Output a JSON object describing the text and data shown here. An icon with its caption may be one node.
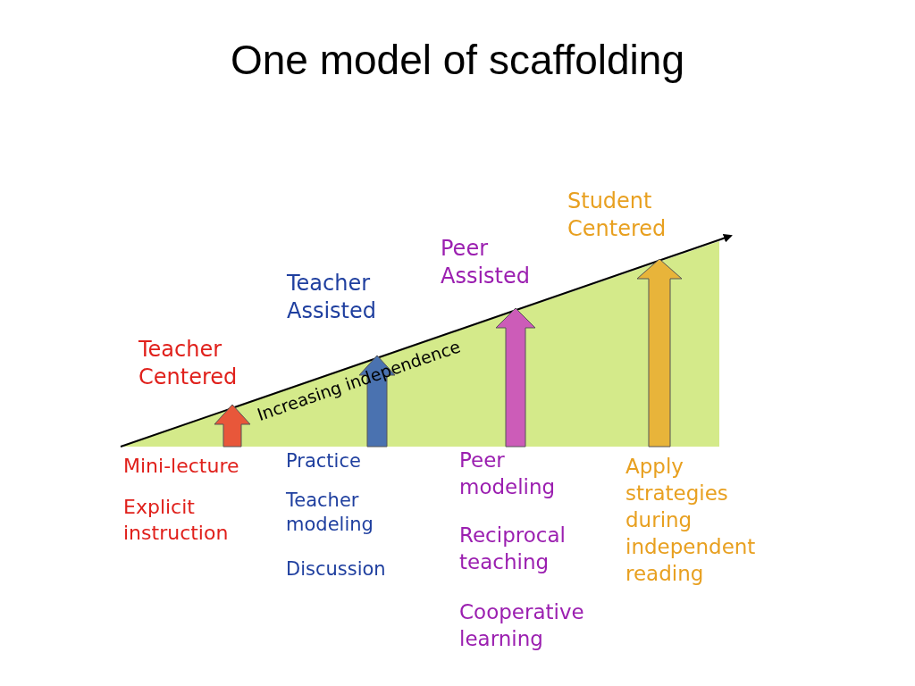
{
  "diagram": {
    "title": "One model of scaffolding",
    "labels": [
      "Teacher Centered",
      "Mini-lecture",
      "Explicit instruction",
      "Teacher Assisted",
      "Practice",
      "Teacher modeling",
      "Discussion",
      "Peer Assisted",
      "Peer modeling",
      "Reciprocal teaching",
      "Cooperative learning",
      "Student Centered",
      "Apply strategies during independent reading",
      "Increasing independence"
    ]
  }
}
